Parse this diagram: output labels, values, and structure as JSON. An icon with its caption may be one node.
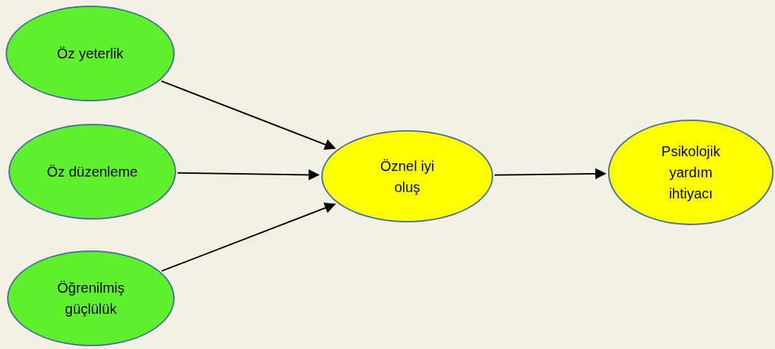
{
  "diagram": {
    "nodes": [
      {
        "text": [
          "Öz yeterlik"
        ]
      },
      {
        "text": [
          "Öz düzenleme"
        ]
      },
      {
        "text": [
          "Öğrenilmiş güçlülük"
        ]
      },
      {
        "text": [
          "Öznel iyi oluş"
        ]
      },
      {
        "text": [
          "Psikolojik yardım ihtiyacı"
        ]
      }
    ],
    "edges": [
      {
        "from": 0,
        "to": 3,
        "arrow": "to"
      },
      {
        "from": 1,
        "to": 3,
        "arrow": "to"
      },
      {
        "from": 2,
        "to": 3,
        "arrow": "to"
      },
      {
        "from": 3,
        "to": 4,
        "arrow": "to"
      }
    ]
  }
}
